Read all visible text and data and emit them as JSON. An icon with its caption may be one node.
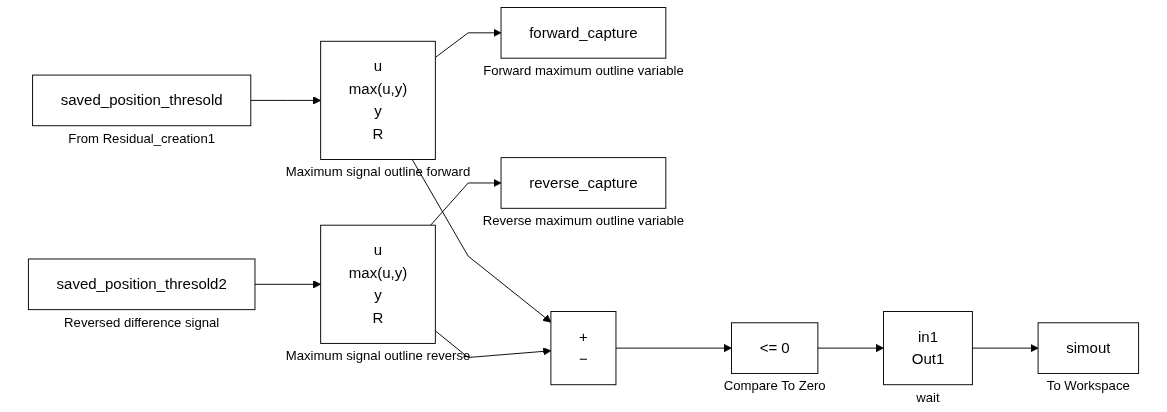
{
  "diagram": {
    "nodes": [
      {
        "text": [
          "saved_position_thresold"
        ],
        "beside": [
          "From Residual_creation1"
        ]
      },
      {
        "text": [
          "u",
          "max(u,y)",
          "y",
          "R"
        ],
        "beside": [
          "Maximum signal outline forward"
        ]
      },
      {
        "text": [
          "forward_capture"
        ],
        "beside": [
          "Forward maximum outline variable"
        ]
      },
      {
        "text": [
          "saved_position_thresold2"
        ],
        "beside": [
          "Reversed difference signal"
        ]
      },
      {
        "text": [
          "u",
          "max(u,y)",
          "y",
          "R"
        ],
        "beside": [
          "Maximum signal outline reverse"
        ]
      },
      {
        "text": [
          "reverse_capture"
        ],
        "beside": [
          "Reverse maximum outline variable"
        ]
      },
      {
        "text": [
          "+",
          "−"
        ]
      },
      {
        "text": [
          "<= 0"
        ],
        "beside": [
          "Compare To Zero"
        ]
      },
      {
        "text": [
          "in1",
          "Out1"
        ],
        "beside": [
          "wait"
        ]
      },
      {
        "text": [
          "simout"
        ],
        "beside": [
          "To Workspace"
        ]
      }
    ],
    "edges": [
      {
        "from": 0,
        "to": 1,
        "arrow": "to"
      },
      {
        "from": 1,
        "to": 2,
        "arrow": "to"
      },
      {
        "from": 1,
        "to": 6,
        "arrow": "to"
      },
      {
        "from": 3,
        "to": 4,
        "arrow": "to"
      },
      {
        "from": 4,
        "to": 5,
        "arrow": "to"
      },
      {
        "from": 4,
        "to": 6,
        "arrow": "to"
      },
      {
        "from": 6,
        "to": 7,
        "arrow": "to"
      },
      {
        "from": 7,
        "to": 8,
        "arrow": "to"
      },
      {
        "from": 8,
        "to": 9,
        "arrow": "to"
      }
    ]
  }
}
